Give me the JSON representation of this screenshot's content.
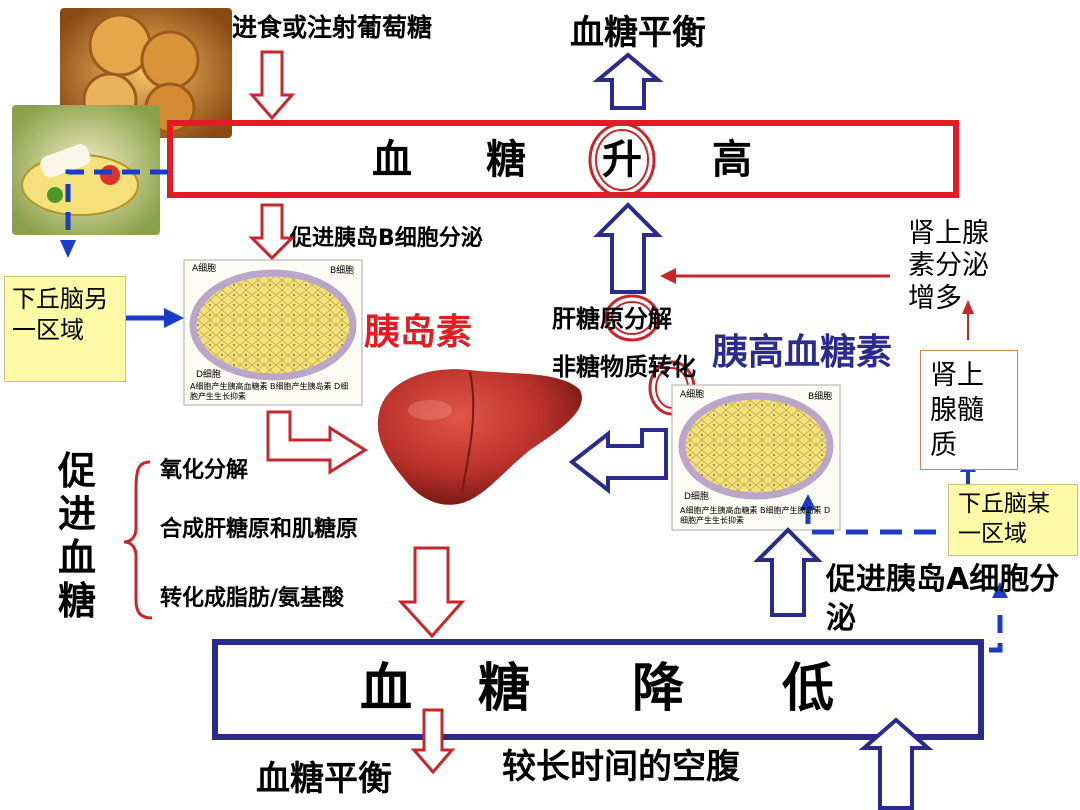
{
  "labels": {
    "food_intake": "进食或注射葡萄糖",
    "balance_top": "血糖平衡",
    "rise": [
      "血",
      "糖",
      "升",
      "高"
    ],
    "promote_b": "促进胰岛B细胞分泌",
    "hypothalamus_left": "下丘脑另一区域",
    "insulin": "胰岛素",
    "glycogenolysis": "肝糖原分解",
    "non_sugar": "非糖物质转化",
    "glucagon": "胰高血糖素",
    "adrenaline": "肾上腺素分泌增多",
    "adrenal_medulla": "肾上腺髓质",
    "hypothalamus_right": "下丘脑某一区域",
    "promote_blood_sugar": "促进血糖",
    "oxidation": "氧化分解",
    "glycogen_synthesis": "合成肝糖原和肌糖原",
    "conversion": "转化成脂肪/氨基酸",
    "promote_a": "促进胰岛A细胞分泌",
    "fall": [
      "血",
      "糖",
      "降",
      "低"
    ],
    "balance_bottom": "血糖平衡",
    "fasting": "较长时间的空腹"
  },
  "islet_labels": {
    "a_cell": "A细胞",
    "b_cell": "B细胞",
    "d_cell": "D细胞",
    "caption": "A细胞产生胰高血糖素 B细胞产生胰岛素 D细胞产生生长抑素"
  },
  "colors": {
    "red_box": "#e31b23",
    "blue_box": "#2b2b8c",
    "red_text": "#e31b23",
    "blue_text": "#2b2b8c",
    "arrow_red": "#c8262c",
    "arrow_blue": "#2b2b8c",
    "dash_blue": "#1a3cc8",
    "yellow_box": "#fffaa8",
    "liver": "#b8302a",
    "islet_fill": "#f2e27a",
    "islet_border": "#b9a6c8"
  }
}
